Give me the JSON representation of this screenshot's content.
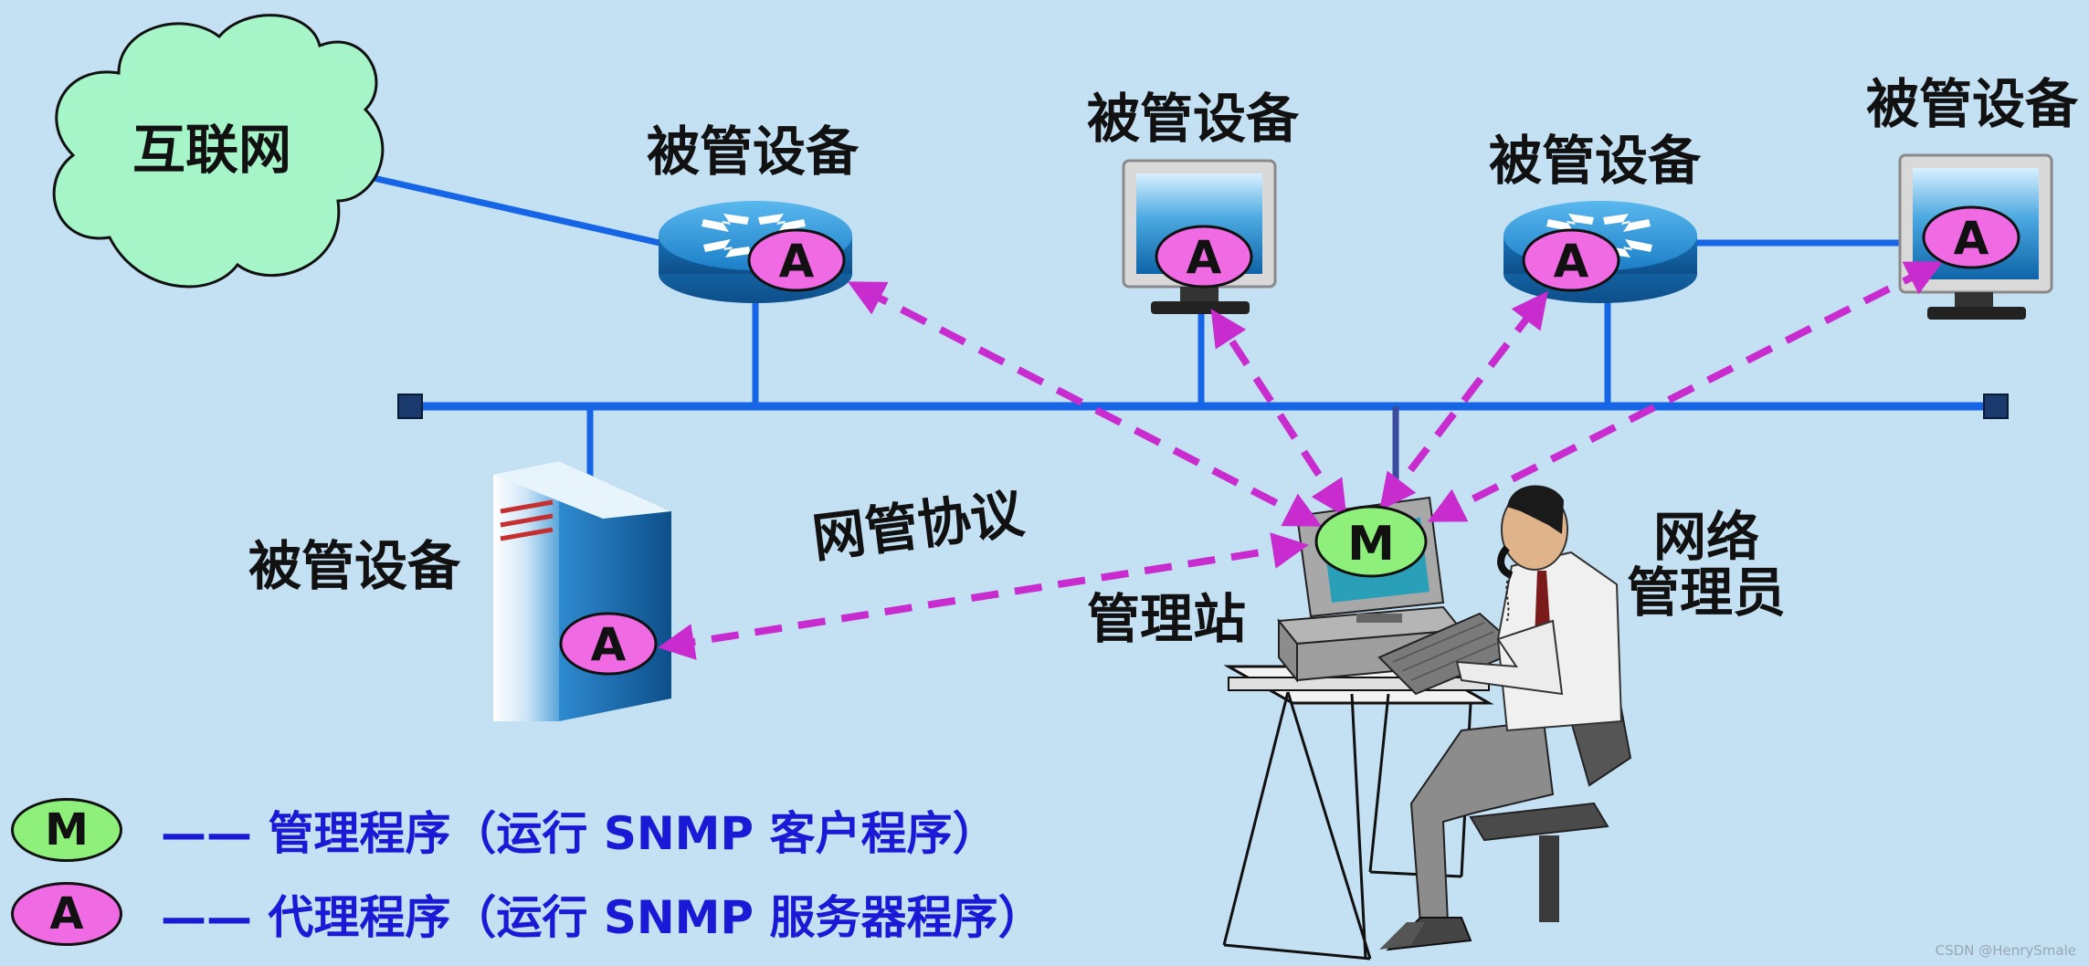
{
  "internet_label": "互联网",
  "managed_device_label": "被管设备",
  "protocol_label": "网管协议",
  "station_label": "管理站",
  "admin_label_line1": "网络",
  "admin_label_line2": "管理员",
  "agent_letter": "A",
  "manager_letter": "M",
  "legend": {
    "manager": {
      "letter": "M",
      "text": "—— 管理程序（运行 SNMP 客户程序）",
      "color": "#8ef07a"
    },
    "agent": {
      "letter": "A",
      "text": "—— 代理程序（运行 SNMP 服务器程序）",
      "color": "#f06be3"
    }
  },
  "watermark": "CSDN @HenrySmale",
  "colors": {
    "background": "#c4e0f3",
    "network_line": "#1565e6",
    "dashed_arrow": "#c82ccf",
    "cloud": "#a6f5c9",
    "legend_text": "#1a1ad6"
  }
}
